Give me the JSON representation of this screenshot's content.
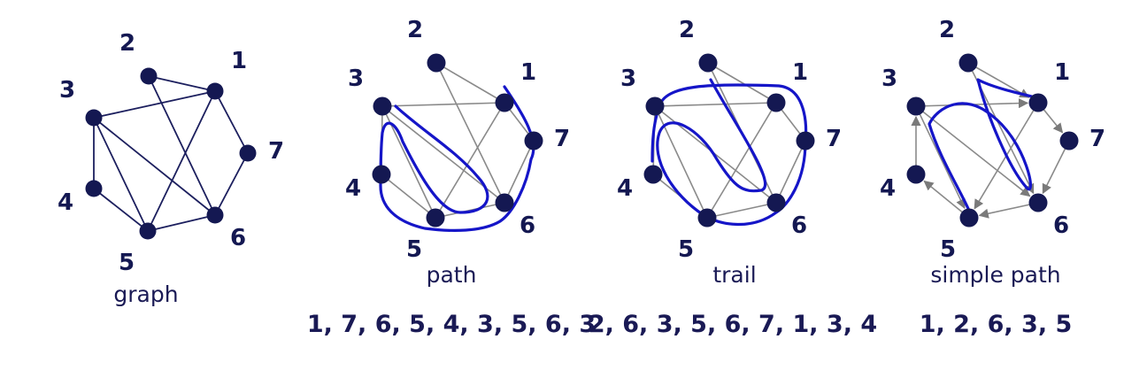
{
  "colors": {
    "node": "#141852",
    "graph_edge": "#1c1f5e",
    "faded_edge": "#8a8a8a",
    "walk": "#1515c8",
    "label": "#141852"
  },
  "node_labels": [
    "1",
    "2",
    "3",
    "4",
    "5",
    "6",
    "7"
  ],
  "edges": [
    [
      1,
      7
    ],
    [
      7,
      6
    ],
    [
      6,
      5
    ],
    [
      5,
      4
    ],
    [
      4,
      3
    ],
    [
      3,
      1
    ],
    [
      3,
      5
    ],
    [
      3,
      6
    ],
    [
      2,
      1
    ],
    [
      2,
      6
    ],
    [
      1,
      5
    ]
  ],
  "panels": [
    {
      "caption": "graph",
      "sequence": "",
      "walk": []
    },
    {
      "caption": "path",
      "sequence": "1, 7, 6, 5, 4, 3, 5, 6, 3",
      "walk": [
        1,
        7,
        6,
        5,
        4,
        3,
        5,
        6,
        3
      ]
    },
    {
      "caption": "trail",
      "sequence": "2, 6, 3, 5, 6, 7, 1, 3, 4",
      "walk": [
        2,
        6,
        3,
        5,
        6,
        7,
        1,
        3,
        4
      ]
    },
    {
      "caption": "simple path",
      "sequence": "1, 2, 6, 3, 5",
      "walk": [
        1,
        2,
        6,
        3,
        5
      ]
    }
  ]
}
